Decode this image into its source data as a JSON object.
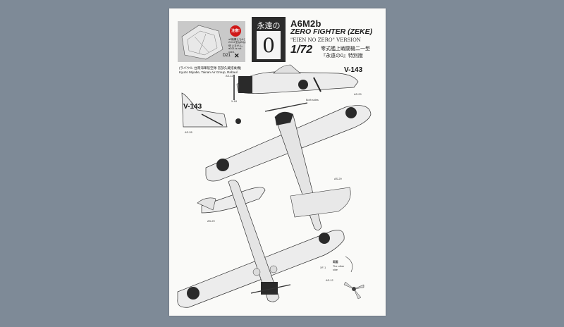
{
  "header": {
    "badge_jp": "永遠の",
    "badge_zero": "0",
    "title_line1": "A6M2b",
    "title_line2": "ZERO FIGHTER (ZEKE)",
    "title_line3": "\"EIEN NO ZERO\" VERSION",
    "scale": "1/72",
    "jp_line1": "零式艦上戦闘機二一型",
    "jp_line2": "『永遠の0』特別版"
  },
  "inset": {
    "attention": "注意!",
    "note": "●3機構えもAと21/14 型は21は使 いません。 ●D21 is not used.",
    "part": "D21",
    "mark": "✕"
  },
  "caption": {
    "jp": "(ラバウル 台南海軍航空隊 宮部久蔵搭乗機)",
    "en": "Kyuzo Miyabe, Tainan Air Group, Rabaul"
  },
  "markings": {
    "side_code": "V-143",
    "tail_code": "V-143"
  },
  "labels": {
    "as12": "AS-12",
    "as29": "AS-29",
    "as28": "AS-28",
    "x18": "X-18",
    "both_sides": "Both sides",
    "xf1": "XF-1",
    "both_jp": "両面",
    "other_side": "The other side"
  }
}
